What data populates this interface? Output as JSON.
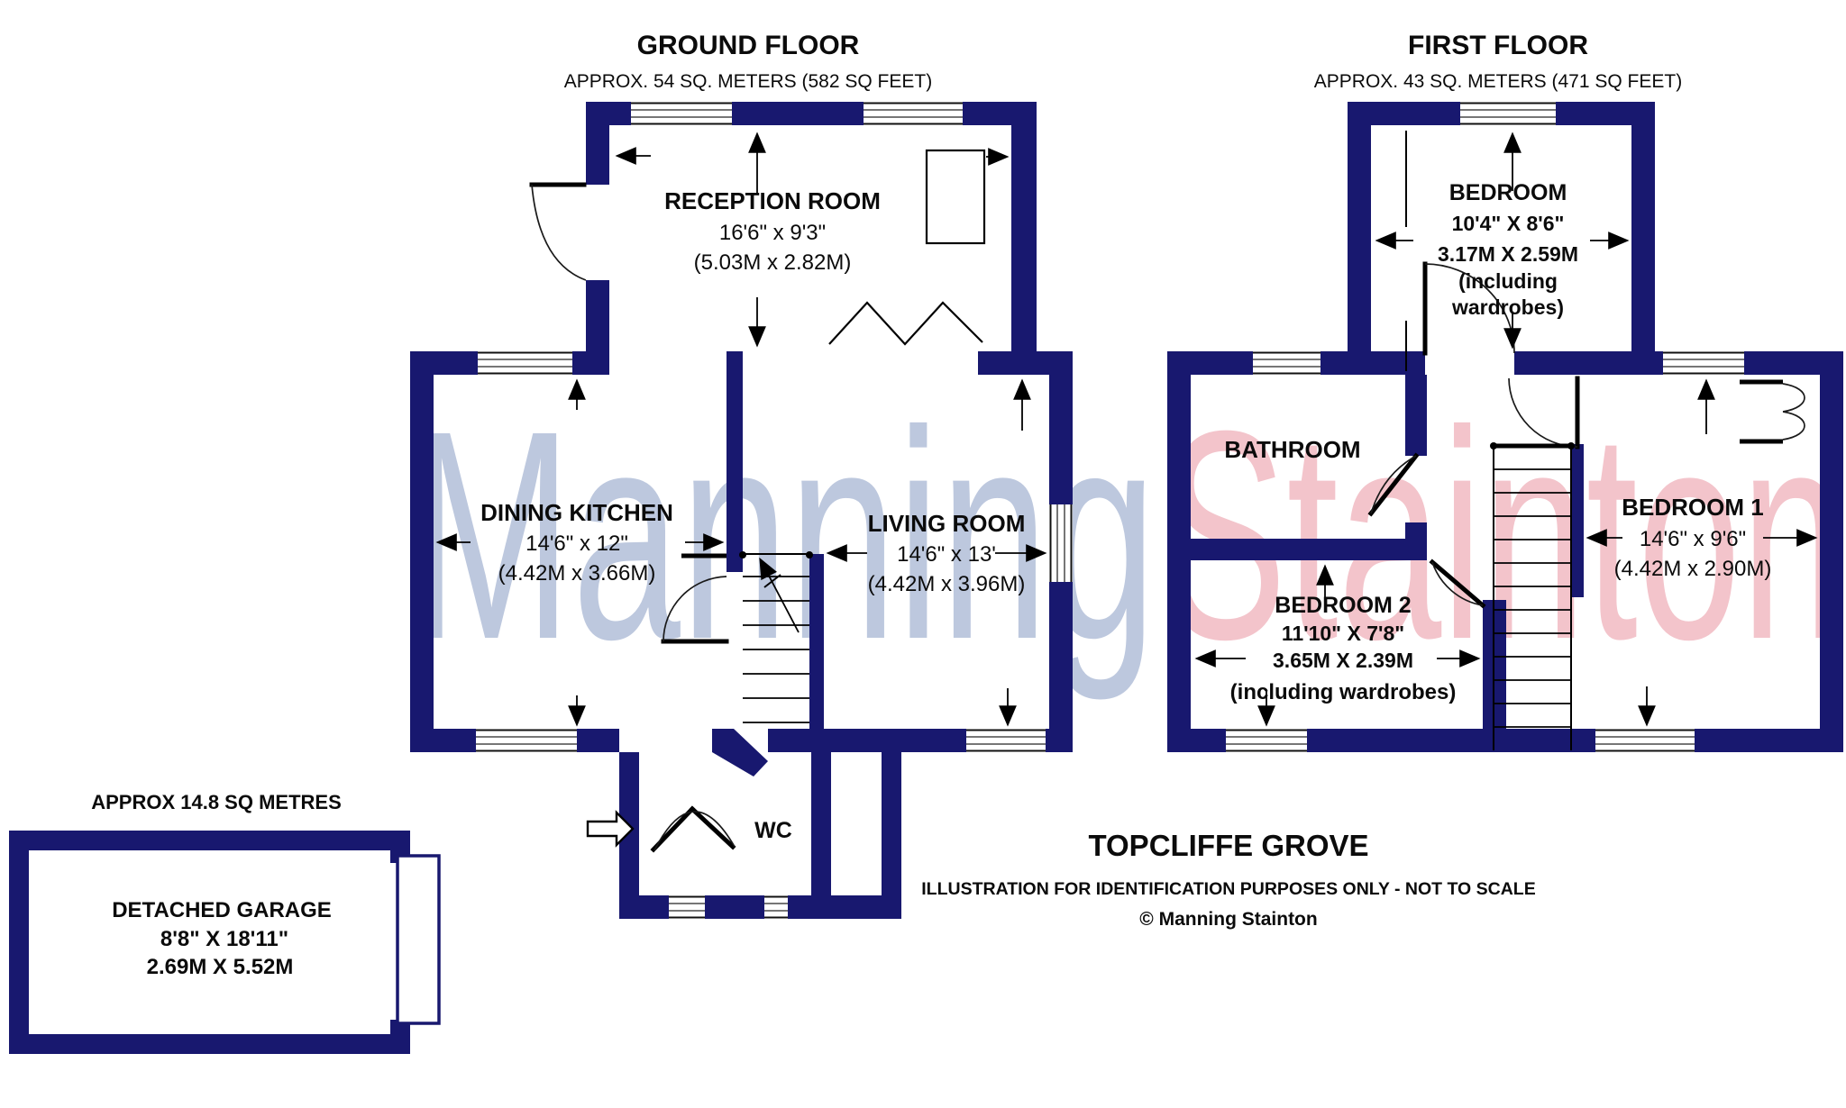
{
  "colors": {
    "wall": "#18186F",
    "watermark_blue": "#bdc8de",
    "watermark_pink": "#f3c4cb"
  },
  "watermark": {
    "part1": "Manning",
    "part2": "Stainton"
  },
  "ground_floor": {
    "title": "GROUND FLOOR",
    "area": "APPROX. 54 SQ. METERS (582 SQ FEET)",
    "reception": {
      "name": "RECEPTION ROOM",
      "imperial": "16'6\" x 9'3\"",
      "metric": "(5.03M x 2.82M)"
    },
    "dining_kitchen": {
      "name": "DINING KITCHEN",
      "imperial": "14'6\" x 12\"",
      "metric": "(4.42M x 3.66M)"
    },
    "living_room": {
      "name": "LIVING ROOM",
      "imperial": "14'6\" x 13'",
      "metric": "(4.42M x 3.96M)"
    },
    "wc": {
      "name": "WC"
    }
  },
  "first_floor": {
    "title": "FIRST FLOOR",
    "area": "APPROX. 43 SQ. METERS (471 SQ FEET)",
    "bedroom": {
      "name": "BEDROOM",
      "imperial": "10'4\" X 8'6\"",
      "metric": "3.17M X 2.59M",
      "note_line1": "(including",
      "note_line2": "wardrobes)"
    },
    "bathroom": {
      "name": "BATHROOM"
    },
    "bedroom1": {
      "name": "BEDROOM 1",
      "imperial": "14'6\" x 9'6\"",
      "metric": "(4.42M x 2.90M)"
    },
    "bedroom2": {
      "name": "BEDROOM 2",
      "imperial": "11'10\" X 7'8\"",
      "metric": "3.65M X 2.39M",
      "note": "(including wardrobes)"
    }
  },
  "garage": {
    "area_label": "APPROX 14.8 SQ METRES",
    "name": "DETACHED GARAGE",
    "imperial": "8'8\" X 18'11\"",
    "metric": "2.69M X 5.52M"
  },
  "footer": {
    "address": "TOPCLIFFE GROVE",
    "disclaimer": "ILLUSTRATION FOR IDENTIFICATION PURPOSES ONLY - NOT TO SCALE",
    "copyright": "© Manning Stainton"
  }
}
